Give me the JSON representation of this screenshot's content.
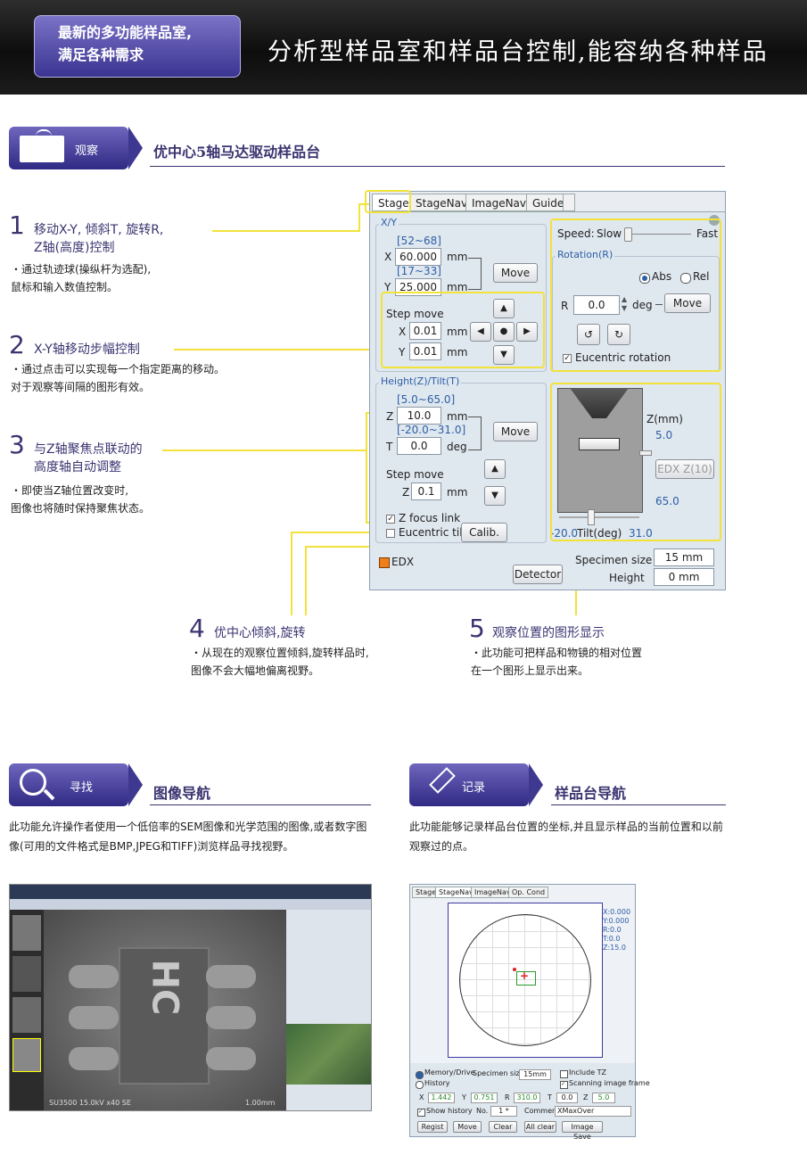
{
  "header": {
    "badge_line1": "最新的多功能样品室,",
    "badge_line2": "满足各种需求",
    "title": "分析型样品室和样品台控制,能容纳各种样品"
  },
  "section_observe": {
    "tab_label": "观察",
    "title": "优中心5轴马达驱动样品台"
  },
  "callouts": [
    {
      "num": "1",
      "head1": "移动X-Y, 倾斜T, 旋转R,",
      "head2": "Z轴(高度)控制",
      "desc1": "・通过轨迹球(操纵杆为选配),",
      "desc2": "鼠标和输入数值控制。"
    },
    {
      "num": "2",
      "head1": "X-Y轴移动步幅控制",
      "desc1": "・通过点击可以实现每一个指定距离的移动。",
      "desc2": "对于观察等间隔的图形有效。"
    },
    {
      "num": "3",
      "head1": "与Z轴聚焦点联动的",
      "head2": "高度轴自动调整",
      "desc1": "・即使当Z轴位置改变时,",
      "desc2": "图像也将随时保持聚焦状态。"
    },
    {
      "num": "4",
      "head1": "优中心倾斜,旋转",
      "desc1": "・从现在的观察位置倾斜,旋转样品时,",
      "desc2": "图像不会大幅地偏离视野。"
    },
    {
      "num": "5",
      "head1": "观察位置的图形显示",
      "desc1": "・此功能可把样品和物镜的相对位置",
      "desc2": "在一个图形上显示出来。"
    }
  ],
  "stage_panel": {
    "tabs": [
      "Stage",
      "StageNavi",
      "ImageNavi",
      "Guide"
    ],
    "xy_group": "X/Y",
    "x_range": "[52~68]",
    "x_label": "X",
    "x_value": "60.000",
    "y_range": "[17~33]",
    "y_label": "Y",
    "y_value": "25.000",
    "unit_mm": "mm",
    "move": "Move",
    "step_move": "Step move",
    "step_x": "0.01",
    "step_y": "0.01",
    "speed_label": "Speed:",
    "speed_slow": "Slow",
    "speed_fast": "Fast",
    "rotation_group": "Rotation(R)",
    "abs": "Abs",
    "rel": "Rel",
    "r_label": "R",
    "r_value": "0.0",
    "deg": "deg",
    "eucentric_rotation": "Eucentric rotation",
    "height_group": "Height(Z)/Tilt(T)",
    "z_range": "[5.0~65.0]",
    "z_label": "Z",
    "z_value": "10.0",
    "t_range": "[-20.0~31.0]",
    "t_label": "T",
    "t_value": "0.0",
    "step_z": "0.1",
    "z_focus_link": "Z focus link",
    "eucentric_tilt": "Eucentric tilt",
    "calib": "Calib.",
    "zmm": "Z(mm)",
    "z_top": "5.0",
    "z_bottom": "65.0",
    "edx_z": "EDX Z(10)",
    "tilt_min": "-20.0",
    "tilt_label": "Tilt(deg)",
    "tilt_max": "31.0",
    "edx": "EDX",
    "detector": "Detector",
    "specimen_size_label": "Specimen size",
    "specimen_size": "15 mm",
    "height_label": "Height",
    "height_value": "0 mm"
  },
  "section_find": {
    "tab_label": "寻找",
    "title": "图像导航",
    "body": "此功能允许操作者使用一个低倍率的SEM图像和光学范围的图像,或者数字图像(可用的文件格式是BMP,JPEG和TIFF)浏览样品寻找视野。",
    "shot_caption": "SU3500 15.0kV x40 SE",
    "shot_scale": "1.00mm",
    "chip_text": "HC"
  },
  "section_record": {
    "tab_label": "记录",
    "title": "样品台导航",
    "body": "此功能能够记录样品台位置的坐标,并且显示样品的当前位置和以前观察过的点。"
  },
  "navi_shot": {
    "tabs": [
      "Stage",
      "StageNavi",
      "ImageNavi",
      "Op. Cond"
    ],
    "coords": [
      "X:0.000",
      "Y:0.000",
      "R:0.0",
      "T:0.0",
      "Z:15.0"
    ],
    "memory": "Memory/Drive",
    "history": "History",
    "specimen_size": "Specimen size",
    "specimen_value": "15mm",
    "include_tz": "Include TZ",
    "scanning_frame": "Scanning image frame",
    "x_label": "X",
    "x_value": "1.442",
    "y_label": "Y",
    "y_value": "0.751",
    "r_label": "R",
    "r_value": "310.0",
    "t_label": "T",
    "t_value": "0.0",
    "z_label": "Z",
    "z_value": "5.0",
    "show_history": "Show history",
    "no_label": "No.",
    "no_value": "1 *",
    "comment_label": "Comment",
    "comment_value": "XMaxOver",
    "buttons": [
      "Regist",
      "Move",
      "Clear",
      "All clear",
      "Image Save"
    ]
  }
}
